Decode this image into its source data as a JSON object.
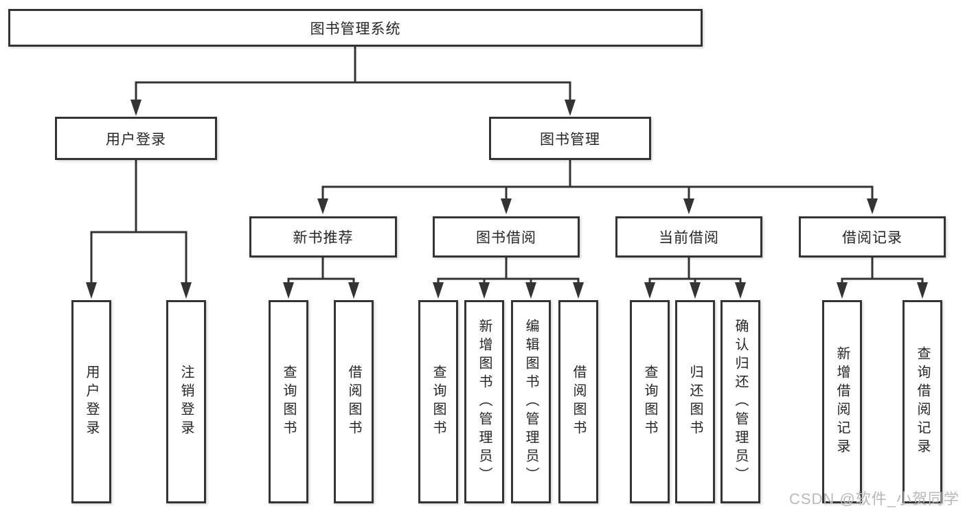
{
  "diagram_title": "图书管理系统",
  "colors": {
    "line": "#333333",
    "node_border": "#333333",
    "node_fill": "#ffffff",
    "text": "#262626",
    "watermark": "#b9b9b9"
  },
  "tree": {
    "root": "图书管理系统",
    "branches": [
      {
        "label": "用户登录",
        "children": [
          "用户登录",
          "注销登录"
        ]
      },
      {
        "label": "图书管理",
        "children": [
          {
            "label": "新书推荐",
            "children": [
              "查询图书",
              "借阅图书"
            ]
          },
          {
            "label": "图书借阅",
            "children": [
              "查询图书",
              "新增图书（管理员）",
              "编辑图书（管理员）",
              "借阅图书"
            ]
          },
          {
            "label": "当前借阅",
            "children": [
              "查询图书",
              "归还图书",
              "确认归还（管理员）"
            ]
          },
          {
            "label": "借阅记录",
            "children": [
              "新增借阅记录",
              "查询借阅记录"
            ]
          }
        ]
      }
    ]
  },
  "watermark": {
    "text": "CSDN @软件_小贺同学"
  }
}
